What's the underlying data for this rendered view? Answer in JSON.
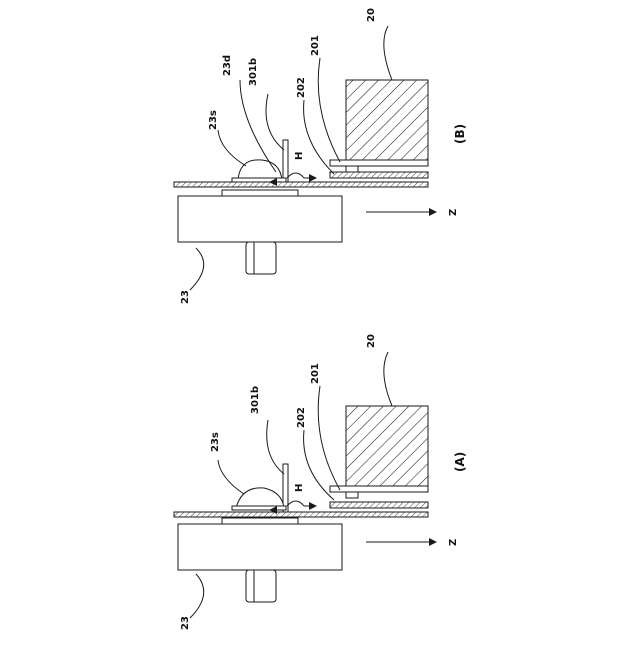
{
  "figure": {
    "line_color": "#1a1a1a",
    "background": "#ffffff",
    "panel_a": {
      "caption": "(A)",
      "labels": {
        "part_20": "20",
        "part_201": "201",
        "part_202": "202",
        "part_301b": "301b",
        "part_23s": "23s",
        "part_23": "23",
        "arrow_h": "H",
        "axis_z": "Z"
      }
    },
    "panel_b": {
      "caption": "(B)",
      "labels": {
        "part_20": "20",
        "part_201": "201",
        "part_202": "202",
        "part_301b": "301b",
        "part_23d": "23d",
        "part_23s": "23s",
        "part_23": "23",
        "arrow_h": "H",
        "axis_z": "Z"
      }
    }
  }
}
